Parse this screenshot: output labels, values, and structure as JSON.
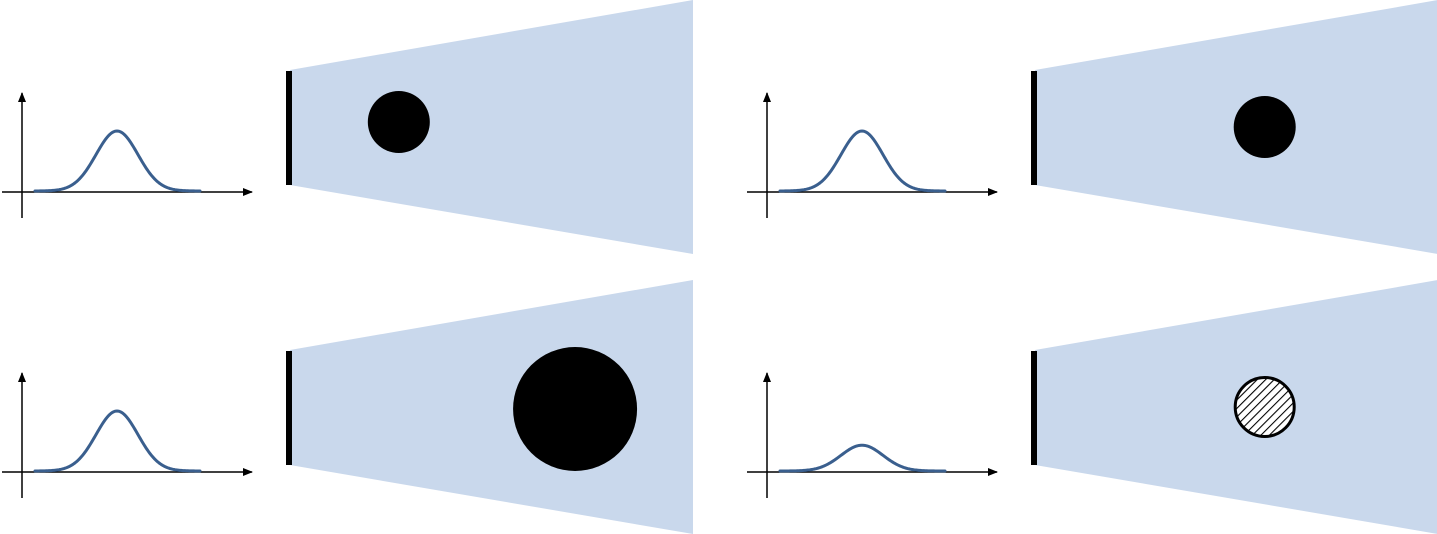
{
  "colors": {
    "beam_fill": "#c9d8ec",
    "curve_stroke": "#3a5f8e",
    "axis_stroke": "#000000",
    "object_fill": "#000000",
    "hatch_stroke": "#000000",
    "hatch_background": "#ffffff",
    "detector_bar": "#000000"
  },
  "panels": [
    {
      "id": "top-left",
      "signal_amplitude": 1.0,
      "object": {
        "style": "solid",
        "relative_size": 1.0,
        "relative_depth": 0.27
      }
    },
    {
      "id": "top-right",
      "signal_amplitude": 1.0,
      "object": {
        "style": "solid",
        "relative_size": 1.0,
        "relative_depth": 0.57
      }
    },
    {
      "id": "bottom-left",
      "signal_amplitude": 1.0,
      "object": {
        "style": "solid",
        "relative_size": 2.0,
        "relative_depth": 0.69
      }
    },
    {
      "id": "bottom-right",
      "signal_amplitude": 0.43,
      "object": {
        "style": "hatched",
        "relative_size": 1.0,
        "relative_depth": 0.57
      }
    }
  ]
}
